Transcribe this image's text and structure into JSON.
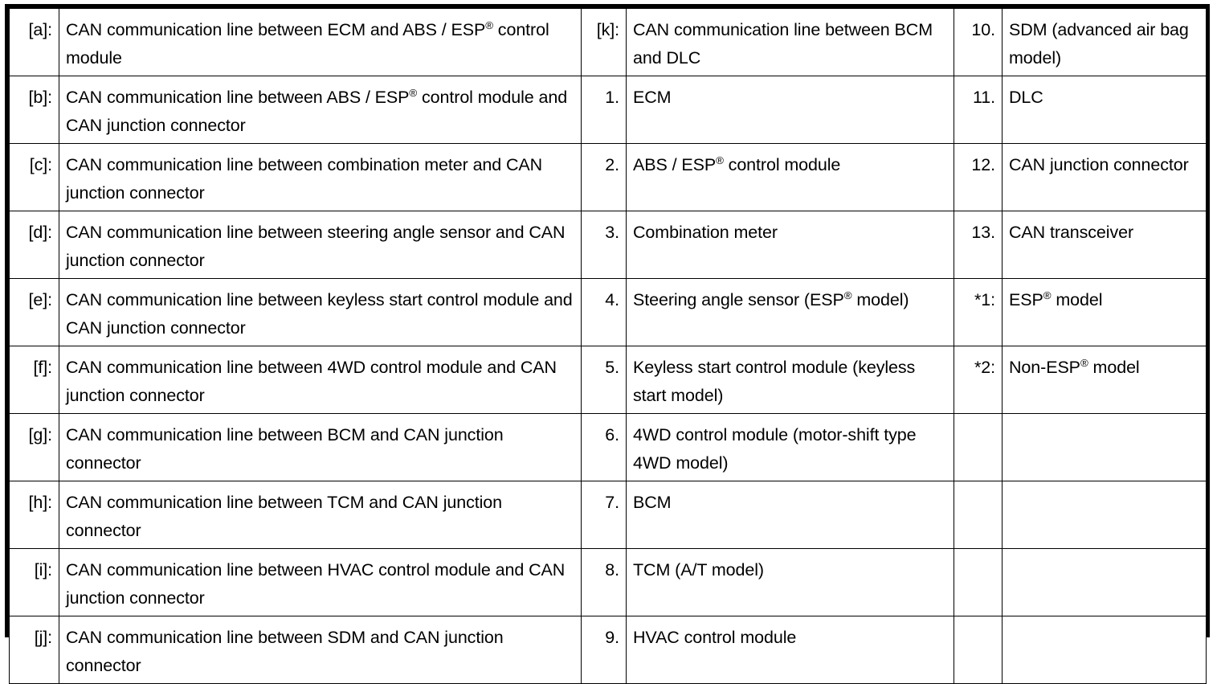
{
  "document": {
    "type": "legend-table",
    "title": "CAN communication line legend",
    "colors": {
      "border": "#000000",
      "background": "#ffffff",
      "text": "#000000"
    }
  },
  "table": {
    "columns": [
      {
        "key": "line_key",
        "role": "key"
      },
      {
        "key": "line_desc",
        "role": "description"
      },
      {
        "key": "part_key",
        "role": "key"
      },
      {
        "key": "part_desc",
        "role": "description"
      },
      {
        "key": "note_key",
        "role": "key"
      },
      {
        "key": "note_desc",
        "role": "description"
      }
    ],
    "rows": [
      {
        "line_key": "[a]:",
        "line_desc_pre": "CAN communication line between ECM and ABS / ESP",
        "line_desc_reg": true,
        "line_desc_post": " control module",
        "part_key": "[k]:",
        "part_desc_pre": "CAN communication line between BCM and DLC",
        "part_desc_reg": false,
        "part_desc_post": "",
        "note_key": "10.",
        "note_desc_pre": "SDM (advanced air bag model)",
        "note_desc_reg": false,
        "note_desc_post": ""
      },
      {
        "line_key": "[b]:",
        "line_desc_pre": "CAN communication line between ABS / ESP",
        "line_desc_reg": true,
        "line_desc_post": " control module and CAN junction connector",
        "part_key": "1.",
        "part_desc_pre": "ECM",
        "part_desc_reg": false,
        "part_desc_post": "",
        "note_key": "11.",
        "note_desc_pre": "DLC",
        "note_desc_reg": false,
        "note_desc_post": ""
      },
      {
        "line_key": "[c]:",
        "line_desc_pre": "CAN communication line between combination meter and CAN junction connector",
        "line_desc_reg": false,
        "line_desc_post": "",
        "part_key": "2.",
        "part_desc_pre": "ABS / ESP",
        "part_desc_reg": true,
        "part_desc_post": " control module",
        "note_key": "12.",
        "note_desc_pre": "CAN junction connector",
        "note_desc_reg": false,
        "note_desc_post": ""
      },
      {
        "line_key": "[d]:",
        "line_desc_pre": "CAN communication line between steering angle sensor and CAN junction connector",
        "line_desc_reg": false,
        "line_desc_post": "",
        "part_key": "3.",
        "part_desc_pre": "Combination meter",
        "part_desc_reg": false,
        "part_desc_post": "",
        "note_key": "13.",
        "note_desc_pre": "CAN transceiver",
        "note_desc_reg": false,
        "note_desc_post": ""
      },
      {
        "line_key": "[e]:",
        "line_desc_pre": "CAN communication line between keyless start control module and CAN junction connector",
        "line_desc_reg": false,
        "line_desc_post": "",
        "part_key": "4.",
        "part_desc_pre": "Steering angle sensor (ESP",
        "part_desc_reg": true,
        "part_desc_post": " model)",
        "note_key": "*1:",
        "note_desc_pre": "ESP",
        "note_desc_reg": true,
        "note_desc_post": " model"
      },
      {
        "line_key": "[f]:",
        "line_desc_pre": "CAN communication line between 4WD control module and CAN junction connector",
        "line_desc_reg": false,
        "line_desc_post": "",
        "part_key": "5.",
        "part_desc_pre": "Keyless start control module (keyless start model)",
        "part_desc_reg": false,
        "part_desc_post": "",
        "note_key": "*2:",
        "note_desc_pre": "Non-ESP",
        "note_desc_reg": true,
        "note_desc_post": " model"
      },
      {
        "line_key": "[g]:",
        "line_desc_pre": "CAN communication line between BCM and CAN junction connector",
        "line_desc_reg": false,
        "line_desc_post": "",
        "part_key": "6.",
        "part_desc_pre": "4WD control module (motor-shift type 4WD model)",
        "part_desc_reg": false,
        "part_desc_post": "",
        "note_key": "",
        "note_desc_pre": "",
        "note_desc_reg": false,
        "note_desc_post": ""
      },
      {
        "line_key": "[h]:",
        "line_desc_pre": "CAN communication line between TCM and CAN junction connector",
        "line_desc_reg": false,
        "line_desc_post": "",
        "part_key": "7.",
        "part_desc_pre": "BCM",
        "part_desc_reg": false,
        "part_desc_post": "",
        "note_key": "",
        "note_desc_pre": "",
        "note_desc_reg": false,
        "note_desc_post": ""
      },
      {
        "line_key": "[i]:",
        "line_desc_pre": "CAN communication line between HVAC control module and CAN junction connector",
        "line_desc_reg": false,
        "line_desc_post": "",
        "part_key": "8.",
        "part_desc_pre": "TCM (A/T model)",
        "part_desc_reg": false,
        "part_desc_post": "",
        "note_key": "",
        "note_desc_pre": "",
        "note_desc_reg": false,
        "note_desc_post": ""
      },
      {
        "line_key": "[j]:",
        "line_desc_pre": "CAN communication line between SDM and CAN junction connector",
        "line_desc_reg": false,
        "line_desc_post": "",
        "part_key": "9.",
        "part_desc_pre": "HVAC control module",
        "part_desc_reg": false,
        "part_desc_post": "",
        "note_key": "",
        "note_desc_pre": "",
        "note_desc_reg": false,
        "note_desc_post": ""
      }
    ]
  },
  "symbols": {
    "registered": "®"
  }
}
